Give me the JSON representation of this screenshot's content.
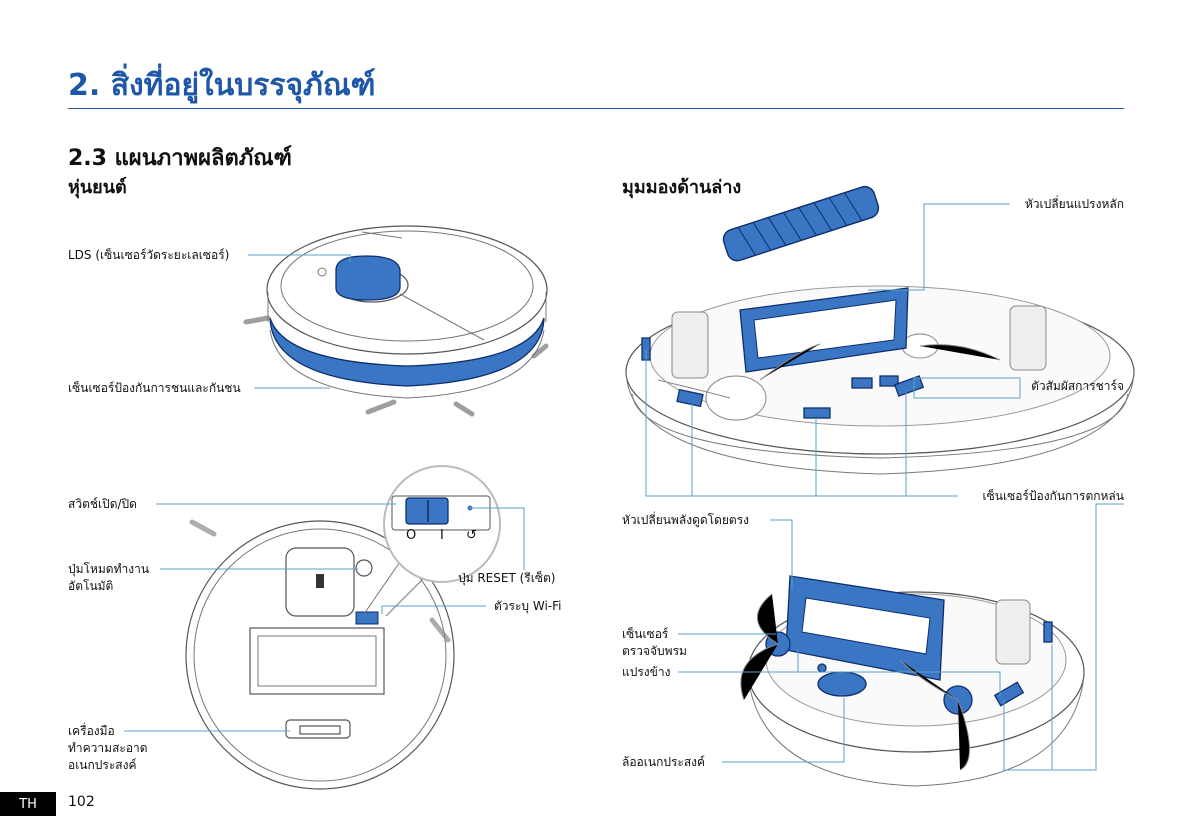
{
  "header": {
    "title": "2. สิ่งที่อยู่ในบรรจุภัณฑ์"
  },
  "section": {
    "title": "2.3 แผนภาพผลิตภัณฑ์"
  },
  "robot": {
    "heading": "หุ่นยนต์",
    "labels": {
      "lds": "LDS (เซ็นเซอร์วัดระยะเลเซอร์)",
      "bumper": "เซ็นเซอร์ป้องกันการชนและกันชน",
      "power_switch": "สวิตช์เปิด/ปิด",
      "auto_mode_1": "ปุ่มโหมดทำงาน",
      "auto_mode_2": "อัตโนมัติ",
      "reset": "ปุ่ม RESET (รีเซ็ต)",
      "wifi": "ตัวระบุ Wi-Fi",
      "tool_1": "เครื่องมือ",
      "tool_2": "ทำความสะอาด",
      "tool_3": "อเนกประสงค์"
    },
    "switch_symbols": {
      "off": "O",
      "on": "I",
      "reset": "↺"
    }
  },
  "bottom_view": {
    "heading": "มุมมองด้านล่าง",
    "labels": {
      "main_brush": "หัวเปลี่ยนแปรงหลัก",
      "charging_contacts": "ตัวสัมผัสการชาร์จ",
      "cliff_sensor": "เซ็นเซอร์ป้องกันการตกหล่น",
      "suction_head": "หัวเปลี่ยนพลังดูดโดยตรง",
      "carpet_sensor_1": "เซ็นเซอร์",
      "carpet_sensor_2": "ตรวจจับพรม",
      "side_brush": "แปรงข้าง",
      "universal_wheel": "ล้ออเนกประสงค์"
    }
  },
  "footer": {
    "lang": "TH",
    "page": "102"
  },
  "colors": {
    "accent": "#1f57a8",
    "part_blue": "#3a76c4",
    "callout": "#5aa0c8"
  }
}
